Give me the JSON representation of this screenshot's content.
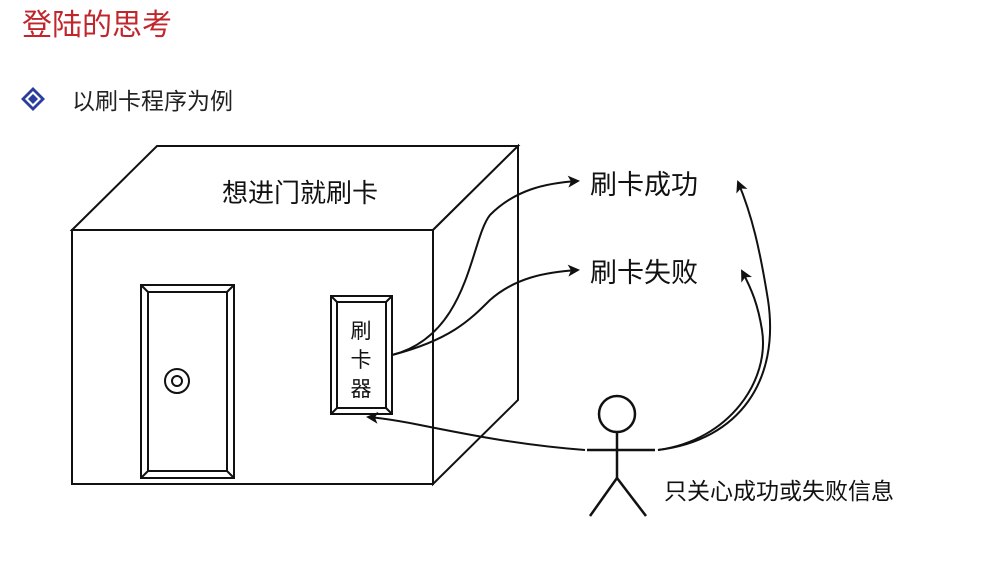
{
  "slide": {
    "title": "登陆的思考",
    "bullet": {
      "icon": "diamond-bullet-icon",
      "text": "以刷卡程序为例"
    },
    "colors": {
      "title": "#c0272d",
      "bullet_icon": "#2a3f9d",
      "line": "#111111"
    }
  },
  "diagram": {
    "box_label": "想进门就刷卡",
    "card_reader": [
      "刷",
      "卡",
      "器"
    ],
    "outcomes": {
      "success": "刷卡成功",
      "failure": "刷卡失败"
    },
    "person_caption": "只关心成功或失败信息"
  }
}
